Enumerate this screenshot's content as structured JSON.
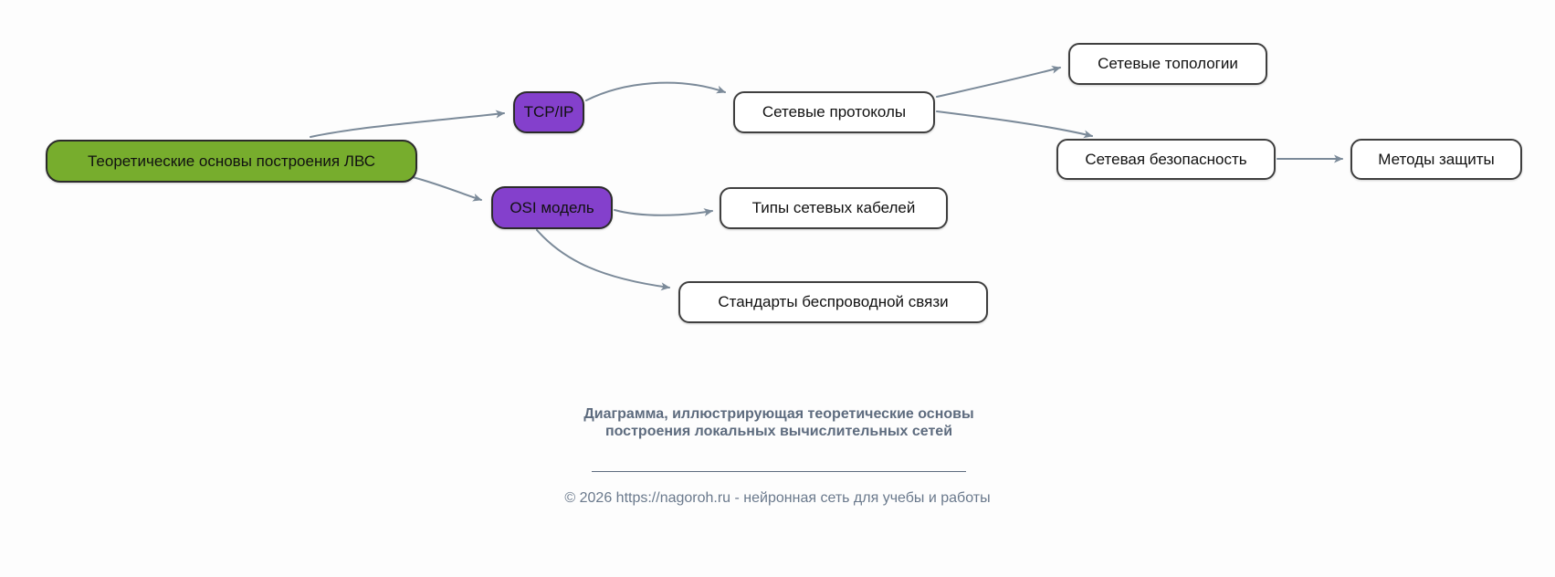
{
  "diagram_title": "Теоретические основы построения ЛВС",
  "nodes": {
    "root": {
      "label": "Теоретические основы построения ЛВС",
      "level": "root"
    },
    "tcpip": {
      "label": "TCP/IP",
      "level": "branch"
    },
    "osi": {
      "label": "OSI модель",
      "level": "branch"
    },
    "protocols": {
      "label": "Сетевые протоколы",
      "level": "leaf"
    },
    "topologies": {
      "label": "Сетевые топологии",
      "level": "leaf"
    },
    "security": {
      "label": "Сетевая безопасность",
      "level": "leaf"
    },
    "methods": {
      "label": "Методы защиты",
      "level": "leaf"
    },
    "cables": {
      "label": "Типы сетевых кабелей",
      "level": "leaf"
    },
    "wireless": {
      "label": "Стандарты беспроводной связи",
      "level": "leaf"
    }
  },
  "edges": [
    {
      "from": "root",
      "to": "tcpip"
    },
    {
      "from": "root",
      "to": "osi"
    },
    {
      "from": "tcpip",
      "to": "protocols"
    },
    {
      "from": "protocols",
      "to": "topologies"
    },
    {
      "from": "protocols",
      "to": "security"
    },
    {
      "from": "security",
      "to": "methods"
    },
    {
      "from": "osi",
      "to": "cables"
    },
    {
      "from": "osi",
      "to": "wireless"
    }
  ],
  "caption": {
    "text": "Диаграмма, иллюстрирующая теоретические основы построения локальных вычислительных сетей"
  },
  "footer": {
    "text": "© 2026 https://nagoroh.ru - нейронная сеть для учебы и работы"
  },
  "colors": {
    "root_fill": "#77ad2d",
    "branch_fill": "#8440cc",
    "leaf_fill": "#ffffff",
    "edge_color": "#7b8a99",
    "caption_color": "#5d6b7e",
    "footer_color": "#6a798c",
    "bg": "#fdfdfd"
  }
}
